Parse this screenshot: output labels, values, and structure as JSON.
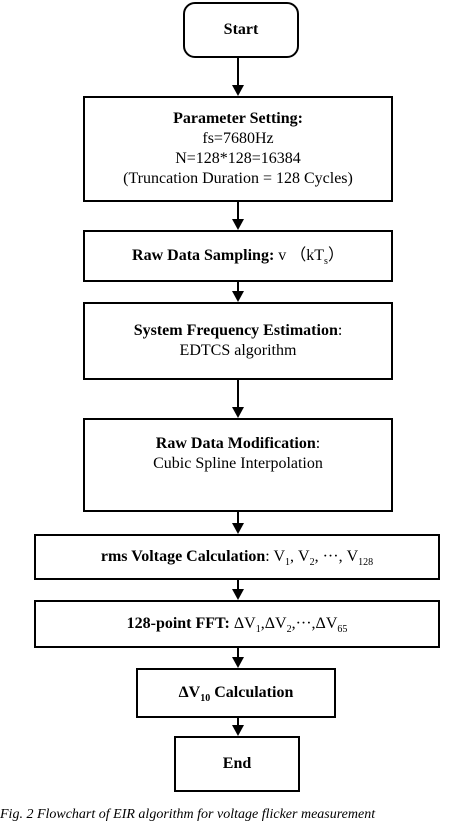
{
  "flowchart": {
    "start": "Start",
    "param": {
      "title": "Parameter Setting:",
      "lines": [
        "fs=7680Hz",
        "N=128*128=16384",
        "(Truncation Duration = 128 Cycles)"
      ]
    },
    "raw_sampling": {
      "title": "Raw Data Sampling:",
      "expr": "v （kT",
      "sub": "s",
      "expr_end": "）"
    },
    "freq_est": {
      "title": "System Frequency Estimation",
      "colon": ":",
      "detail": "EDTCS algorithm"
    },
    "modification": {
      "title": "Raw Data Modification",
      "colon": ":",
      "detail": "Cubic Spline Interpolation"
    },
    "rms": {
      "title": "rms Voltage Calculation",
      "colon": ":",
      "v": "V",
      "s1": "1",
      "sep1": ", V",
      "s2": "2",
      "sep2": ", ···, V",
      "s3": "128"
    },
    "fft": {
      "title": "128-point FFT:",
      "dv": "ΔV",
      "s1": "1",
      "sep1": ",ΔV",
      "s2": "2",
      "sep2": ",···,ΔV",
      "s3": "65"
    },
    "dv10": {
      "prefix": "ΔV",
      "sub": "10",
      "suffix": " Calculation"
    },
    "end": "End"
  },
  "caption": "Fig. 2 Flowchart of EIR algorithm for voltage flicker measurement"
}
